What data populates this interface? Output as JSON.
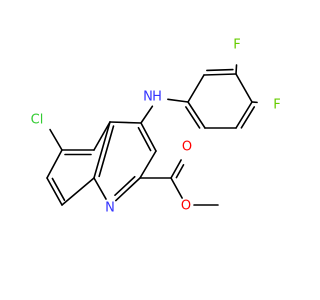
{
  "molecule": {
    "colors": {
      "bond": "#000000",
      "N": "#3333ff",
      "F": "#66cc00",
      "Cl": "#33cc33",
      "O": "#ff0000"
    },
    "atoms": [
      {
        "id": "F1",
        "label": "F",
        "element": "F"
      },
      {
        "id": "F2",
        "label": "F",
        "element": "F"
      },
      {
        "id": "NH",
        "label": "H",
        "element": "N"
      },
      {
        "id": "NH_N",
        "label": "N",
        "element": "N"
      },
      {
        "id": "Cl",
        "label": "Cl",
        "element": "Cl"
      },
      {
        "id": "Nring",
        "label": "N",
        "element": "N"
      },
      {
        "id": "O1",
        "label": "O",
        "element": "O"
      },
      {
        "id": "O2",
        "label": "O",
        "element": "O"
      }
    ]
  }
}
